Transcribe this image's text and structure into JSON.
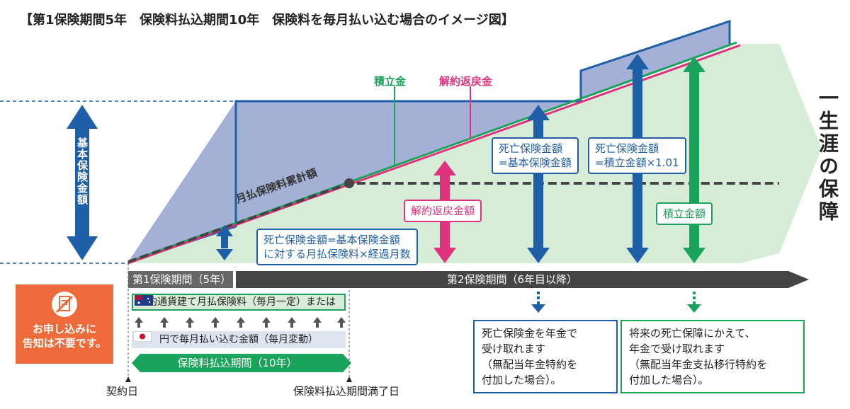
{
  "title": "【第1保険期間5年　保険料払込期間10年　保険料を毎月払い込む場合のイメージ図】",
  "labels": {
    "basic_amount": "基本保険金額",
    "lifetime": "一生涯の保障",
    "accum": "積立金",
    "surrender": "解約返戻金",
    "premium_cum": "月払保険料累計額",
    "death_basic": [
      "死亡保険金額",
      "=基本保険金額"
    ],
    "death_accum": [
      "死亡保険金額",
      "=積立金額×1.01"
    ],
    "surrender_amount": "解約返戻金額",
    "accum_amount": "積立金額",
    "death_monthly": [
      "死亡保険金額=基本保険金額",
      "に対する月払保険料×経過月数"
    ],
    "period1": "第1保険期間（5年）",
    "period2": "第2保険期間（6年目以降）",
    "fixed_premium": "契約通貨建て月払保険料（毎月一定）",
    "or": "または",
    "yen_premium": "円で毎月払い込む金額（毎月変動）",
    "pay_period": "保険料払込期間（10年）",
    "contract_day": "契約日",
    "pay_end_day": "保険料払込期間満了日",
    "no_notice": [
      "お申し込みに",
      "告知は不要です。"
    ],
    "note_left": [
      "死亡保険金を年金で",
      "受け取れます",
      "（無配当年金特約を",
      "付加した場合）。"
    ],
    "note_right": [
      "将来の死亡保障にかえて、",
      "年金で受け取れます",
      "（無配当年金支払移行特約を",
      "付加した場合）。"
    ]
  },
  "colors": {
    "blue": "#1f5fa8",
    "green": "#1aa35a",
    "pink": "#e0317d",
    "orange": "#ee6a3a",
    "area_blue": "#a3b1d6",
    "area_green": "#d6ecd6"
  }
}
